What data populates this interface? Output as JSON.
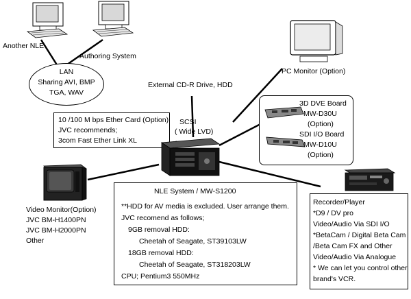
{
  "labels": {
    "another_nle": "Another NLE",
    "authoring_system": "Authoring System",
    "pc_monitor": "PC Monitor (Option)",
    "external_drive": "External CD-R Drive, HDD",
    "scsi_line1": "SCSI",
    "scsi_line2": "( Wide LVD)"
  },
  "lan_ellipse": {
    "lines": [
      "LAN",
      "Sharing AVI, BMP",
      "TGA, WAV"
    ]
  },
  "ether_card_box": {
    "lines": [
      "10 /100 M bps Ether Card (Option)",
      "JVC recommends;",
      "3com Fast Ether Link XL"
    ]
  },
  "boards_box": {
    "board1_lines": [
      "3D DVE Board",
      "MW-D30U",
      "(Option)"
    ],
    "board2_lines": [
      "SDI I/O Board",
      "MW-D10U",
      "(Option)"
    ]
  },
  "video_monitor": {
    "lines": [
      "Video Monitor(Option)",
      "JVC BM-H1400PN",
      "JVC BM-H2000PN",
      "Other"
    ]
  },
  "nle_system_box": {
    "title": "NLE System / MW-S1200",
    "lines": [
      "**HDD for AV media is excluded. User arrange them.",
      "JVC recomend as follows;",
      "9GB removal HDD:",
      "Cheetah of Seagate, ST39103LW",
      "18GB removal HDD:",
      "Cheetah of Seagate, ST318203LW",
      "CPU;  Pentium3 550MHz"
    ]
  },
  "recorder_box": {
    "lines": [
      "Recorder/Player",
      "*D9 / DV pro",
      "Video/Audio Via SDI I/O",
      "*BetaCam / Digital Beta Cam",
      " /Beta Cam FX and Other",
      "Video/Audio Via Analogue",
      "* We can let you control other",
      "brand's VCR."
    ]
  }
}
